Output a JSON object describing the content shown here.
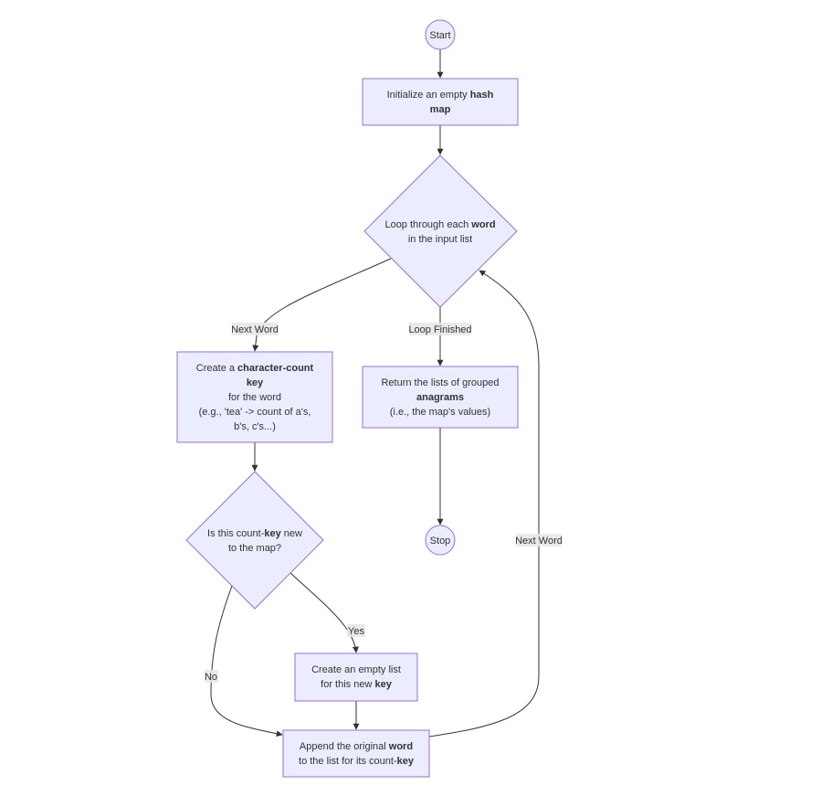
{
  "colors": {
    "node_fill": "#ECECFF",
    "node_stroke": "#9370DB",
    "edge": "#333333",
    "label_bg": "#E8E8E8"
  },
  "nodes": {
    "start": "Start",
    "init": {
      "l1a": "Initialize an empty ",
      "l1b": "hash",
      "l2": "map"
    },
    "loop": {
      "l1a": "Loop through each ",
      "l1b": "word",
      "l2": "in the input list"
    },
    "charcount": {
      "l1a": "Create a ",
      "l1b": "character-count",
      "l2": "key",
      "l3": "for the word",
      "l4": "(e.g., 'tea' -> count of a's,",
      "l5": "b's, c's...)"
    },
    "ret": {
      "l1": "Return the lists of grouped",
      "l2": "anagrams",
      "l3": "(i.e., the map's values)"
    },
    "stop": "Stop",
    "isnew": {
      "l1a": "Is this count-",
      "l1b": "key",
      "l1c": " new",
      "l2": "to the map?"
    },
    "emptylist": {
      "l1": "Create an empty list",
      "l2a": "for this new ",
      "l2b": "key"
    },
    "append": {
      "l1a": "Append the original ",
      "l1b": "word",
      "l2a": "to the list for its count-",
      "l2b": "key"
    }
  },
  "edge_labels": {
    "next_word_1": "Next Word",
    "loop_finished": "Loop Finished",
    "next_word_2": "Next Word",
    "yes": "Yes",
    "no": "No"
  }
}
